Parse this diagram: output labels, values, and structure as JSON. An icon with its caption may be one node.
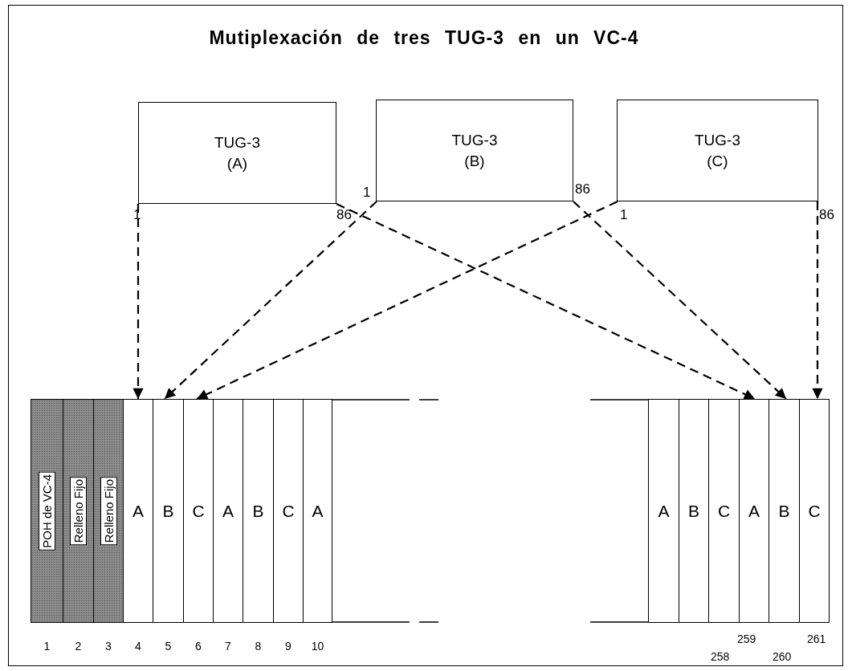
{
  "diagram": {
    "title": "Mutiplexación de tres TUG-3 en un VC-4",
    "nodes": [
      {
        "text": [
          "TUG-3 (A)"
        ],
        "beside": [
          "1",
          "86"
        ]
      },
      {
        "text": [
          "TUG-3 (B)"
        ],
        "beside": [
          "1",
          "86"
        ]
      },
      {
        "text": [
          "TUG-3 (C)"
        ],
        "beside": [
          "1",
          "86"
        ]
      },
      {
        "text": [
          "POH de VC-4"
        ],
        "beside": [
          "1"
        ]
      },
      {
        "text": [
          "Relleno Fijo"
        ],
        "beside": [
          "2"
        ]
      },
      {
        "text": [
          "Relleno Fijo"
        ],
        "beside": [
          "3"
        ]
      },
      {
        "text": [
          "A"
        ],
        "beside": [
          "4"
        ]
      },
      {
        "text": [
          "B"
        ],
        "beside": [
          "5"
        ]
      },
      {
        "text": [
          "C"
        ],
        "beside": [
          "6"
        ]
      },
      {
        "text": [
          "A"
        ],
        "beside": [
          "7"
        ]
      },
      {
        "text": [
          "B"
        ],
        "beside": [
          "8"
        ]
      },
      {
        "text": [
          "C"
        ],
        "beside": [
          "9"
        ]
      },
      {
        "text": [
          "A"
        ],
        "beside": [
          "10"
        ]
      },
      {
        "text": [
          "A"
        ]
      },
      {
        "text": [
          "B"
        ]
      },
      {
        "text": [
          "C"
        ],
        "beside": [
          "258"
        ]
      },
      {
        "text": [
          "A"
        ],
        "beside": [
          "259"
        ]
      },
      {
        "text": [
          "B"
        ],
        "beside": [
          "260"
        ]
      },
      {
        "text": [
          "C"
        ],
        "beside": [
          "261"
        ]
      }
    ],
    "edges": [
      {
        "from": 0,
        "to": 6,
        "arrow": "to",
        "style": "dashed"
      },
      {
        "from": 0,
        "to": 16,
        "arrow": "to",
        "style": "dashed"
      },
      {
        "from": 1,
        "to": 7,
        "arrow": "to",
        "style": "dashed"
      },
      {
        "from": 1,
        "to": 17,
        "arrow": "to",
        "style": "dashed"
      },
      {
        "from": 2,
        "to": 8,
        "arrow": "to",
        "style": "dashed"
      },
      {
        "from": 2,
        "to": 18,
        "arrow": "to",
        "style": "dashed"
      }
    ]
  }
}
